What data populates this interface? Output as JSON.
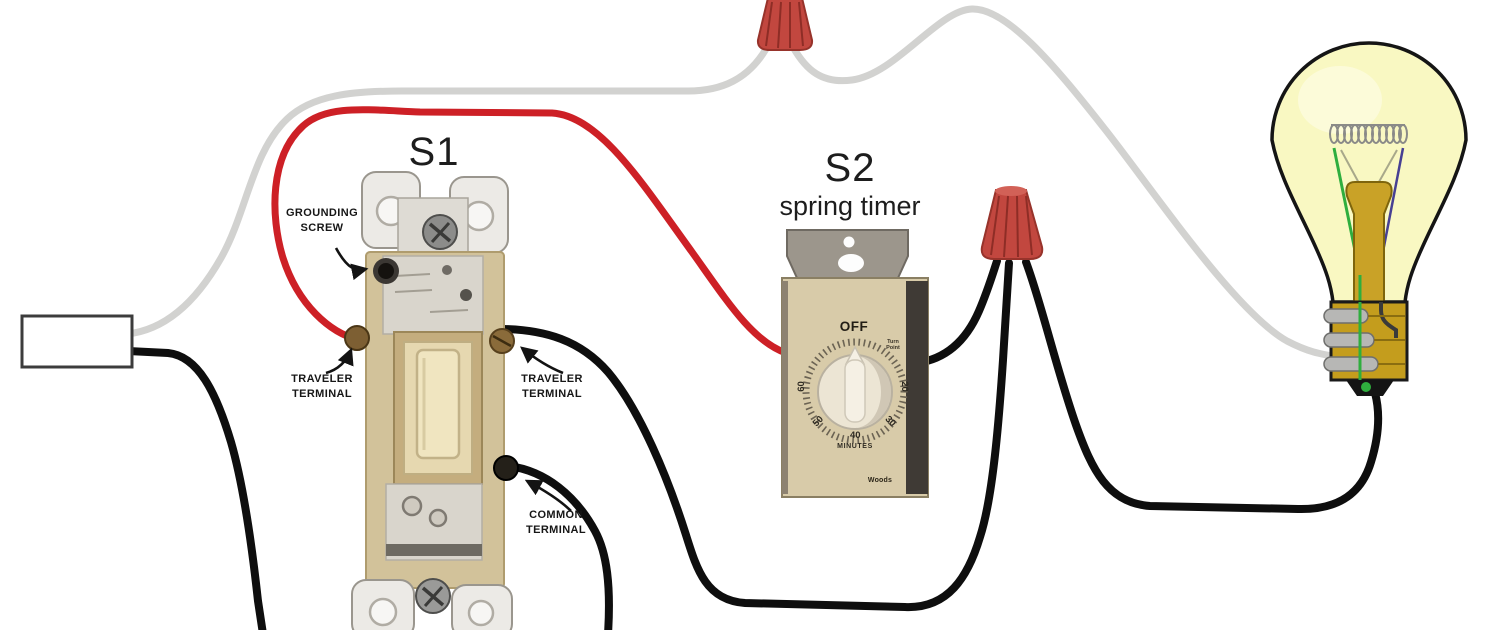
{
  "diagram": {
    "s1": {
      "title": "S1"
    },
    "s2": {
      "title": "S2",
      "subtitle": "spring timer",
      "dial": {
        "off": "OFF",
        "numbers": [
          "60",
          "50",
          "40",
          "30",
          "20"
        ],
        "turn_point": [
          "Turn",
          "Point"
        ],
        "minutes": "MINUTES",
        "brand": "Woods"
      }
    },
    "callouts": {
      "grounding": [
        "GROUNDING",
        "SCREW"
      ],
      "traveler_left": [
        "TRAVELER",
        "TERMINAL"
      ],
      "traveler_right": [
        "TRAVELER",
        "TERMINAL"
      ],
      "common": [
        "COMMON",
        "TERMINAL"
      ]
    },
    "colors": {
      "red_wire": "#cd2026",
      "white_wire": "#d2d2d0",
      "black_wire": "#0e0e0e",
      "wire_nut_red": "#c2473f",
      "bulb_glass": "#f9f8c2",
      "bulb_base_gold": "#c49d1d",
      "switch_body_beige": "#d2c29a",
      "timer_body_beige": "#d8cba9",
      "metal_strap_gray": "#9c968c"
    },
    "components": {
      "power_feed": "power-cable-box",
      "switch": "3-way-toggle-switch",
      "timer": "spring-timer-switch",
      "bulb": "incandescent-light-bulb",
      "connectors": [
        "wire-nut",
        "wire-nut"
      ]
    }
  }
}
